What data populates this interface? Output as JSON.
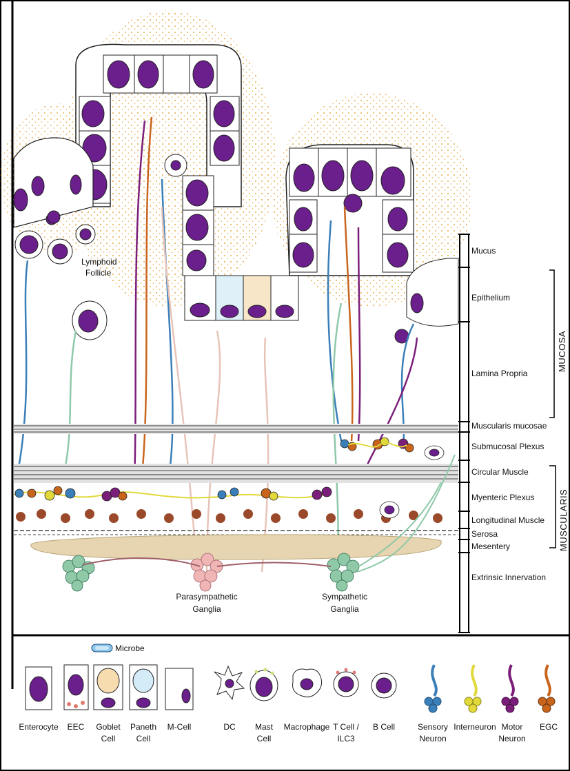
{
  "regions": {
    "lymphoid_follicle": [
      "Lymphoid",
      "Follicle"
    ],
    "parasympathetic_ganglia": [
      "Parasympathetic",
      "Ganglia"
    ],
    "sympathetic_ganglia": [
      "Sympathetic",
      "Ganglia"
    ]
  },
  "layers": [
    "Mucus",
    "Epithelium",
    "Lamina Propria",
    "Muscularis mucosae",
    "Submucosal Plexus",
    "Circular Muscle",
    "Myenteric Plexus",
    "Longitudinal Muscle",
    "Serosa",
    "Mesentery",
    "Extrinsic Innervation"
  ],
  "groups": {
    "mucosa": "MUCOSA",
    "muscularis": "MUSCULARIS"
  },
  "legend": {
    "microbe": "Microbe",
    "cells": [
      {
        "line1": "Enterocyte",
        "line2": ""
      },
      {
        "line1": "EEC",
        "line2": ""
      },
      {
        "line1": "Goblet",
        "line2": "Cell"
      },
      {
        "line1": "Paneth",
        "line2": "Cell"
      },
      {
        "line1": "M-Cell",
        "line2": ""
      },
      {
        "line1": "DC",
        "line2": ""
      },
      {
        "line1": "Mast",
        "line2": "Cell"
      },
      {
        "line1": "Macrophage",
        "line2": ""
      },
      {
        "line1": "T Cell /",
        "line2": "ILC3"
      },
      {
        "line1": "B Cell",
        "line2": ""
      },
      {
        "line1": "Sensory",
        "line2": "Neuron"
      },
      {
        "line1": "Interneuron",
        "line2": ""
      },
      {
        "line1": "Motor",
        "line2": "Neuron"
      },
      {
        "line1": "EGC",
        "line2": ""
      }
    ]
  },
  "colors": {
    "nucleus": "#6a1f8c",
    "mucus": "#e8b25a",
    "sensory": "#3b7fb8",
    "interneuron": "#e1d93a",
    "motor": "#7b1e7a",
    "egc": "#c8641c",
    "sympathetic": "#8fc9a8",
    "parasympathetic": "#f0b5b5",
    "mesentery": "#e6d5b0",
    "longitudinal": "#9a4a2a"
  }
}
